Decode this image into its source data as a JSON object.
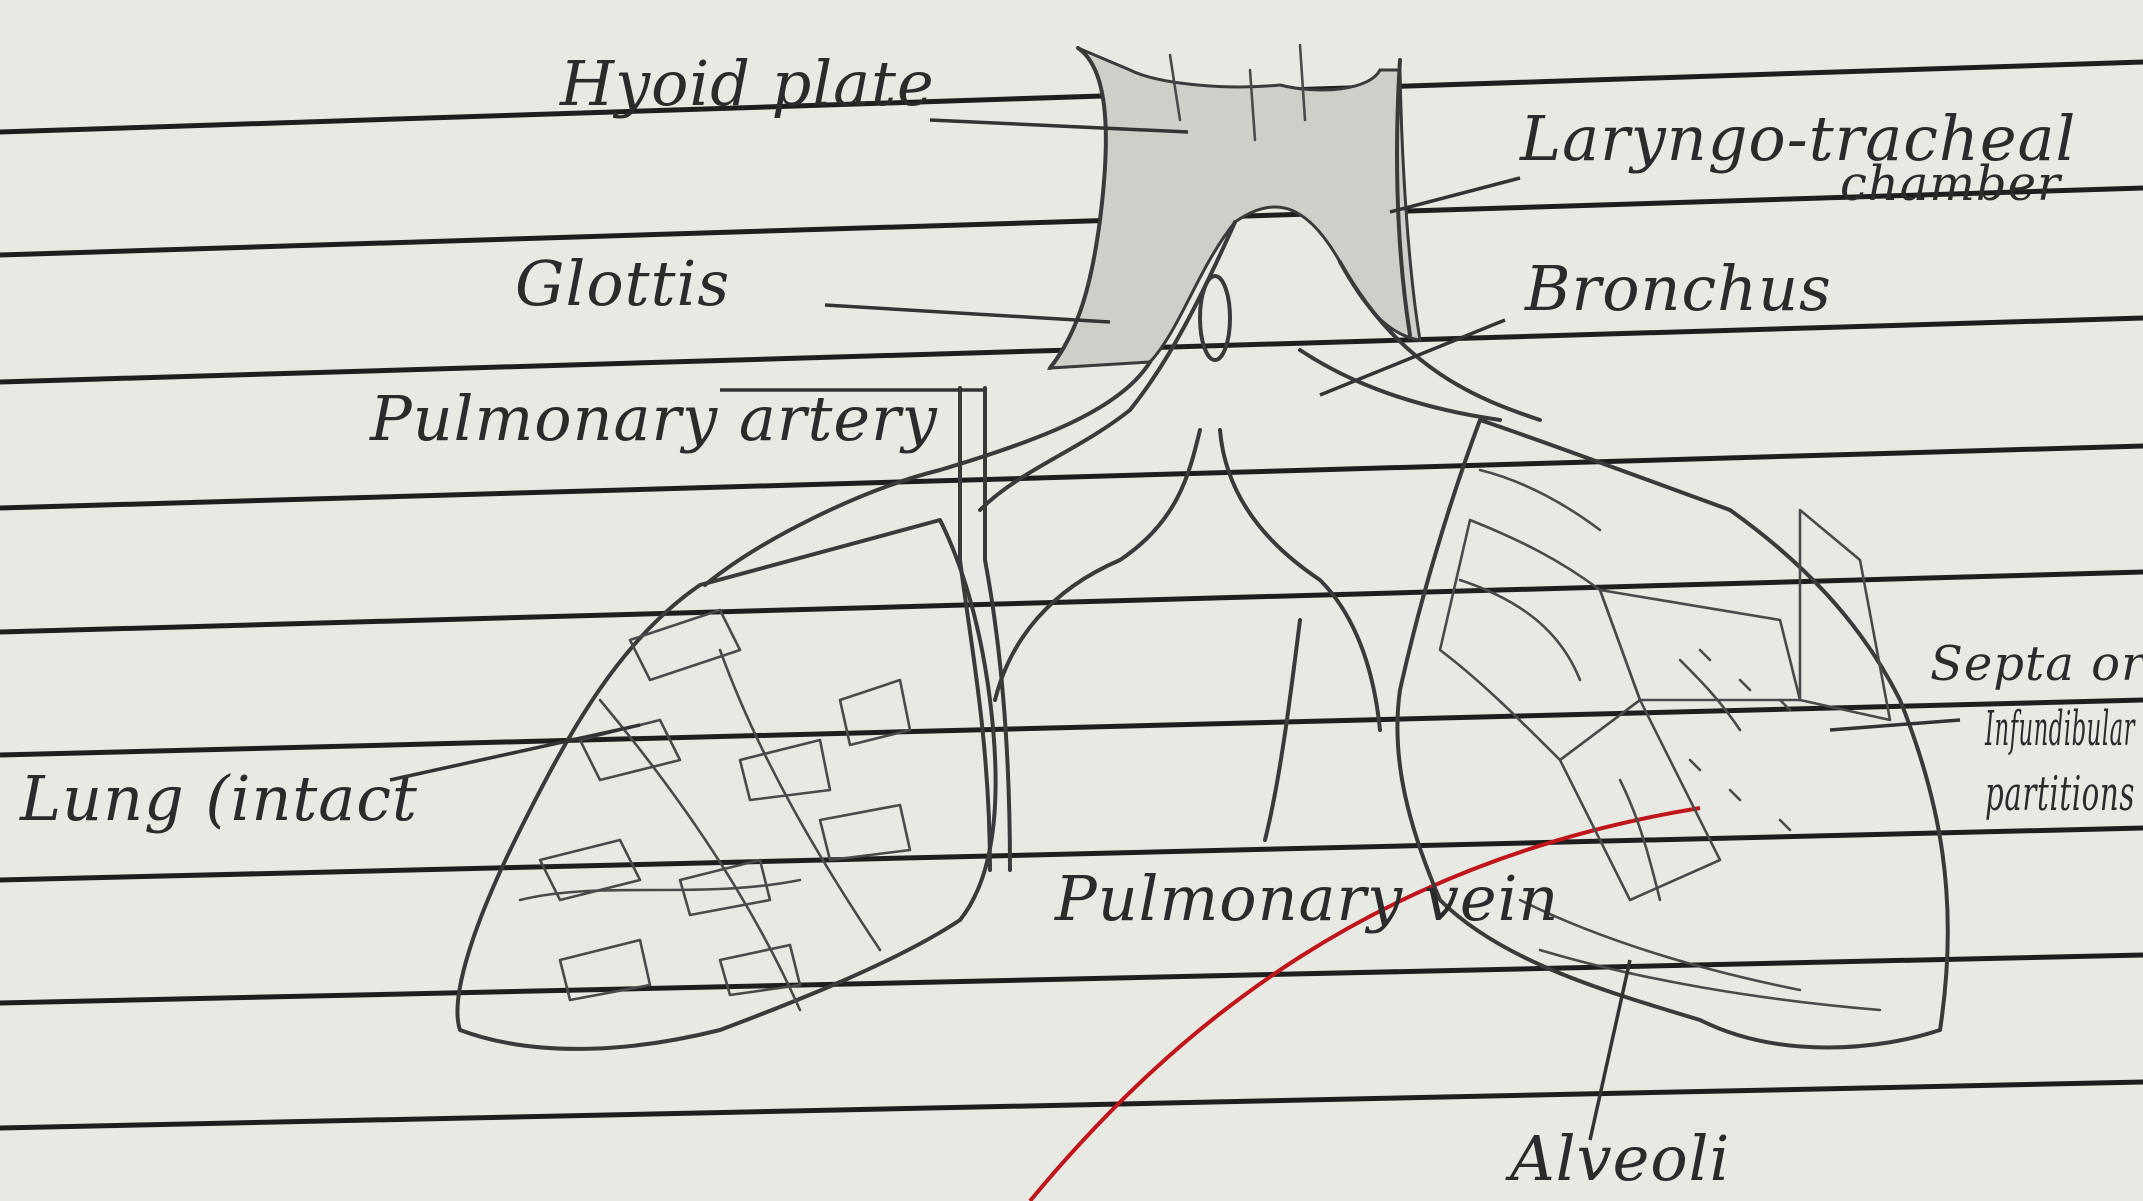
{
  "diagram": {
    "labels": {
      "hyoid_plate": "Hyoid plate",
      "laryngo_tracheal": "Laryngo-tracheal",
      "laryngo_chamber": "chamber",
      "glottis": "Glottis",
      "bronchus": "Bronchus",
      "pulmonary_artery": "Pulmonary artery",
      "lung_intact": "Lung (intact",
      "pulmonary_vein": "Pulmonary vein",
      "alveoli": "Alveoli",
      "septa_1": "Septa or",
      "septa_2": "Infundibular",
      "septa_3": "partitions"
    }
  },
  "colors": {
    "paper": "#e9e9e4",
    "rule_line": "#1e1e1e",
    "pencil": "#3a3a3a",
    "red_margin_stroke": "#c0161b"
  }
}
